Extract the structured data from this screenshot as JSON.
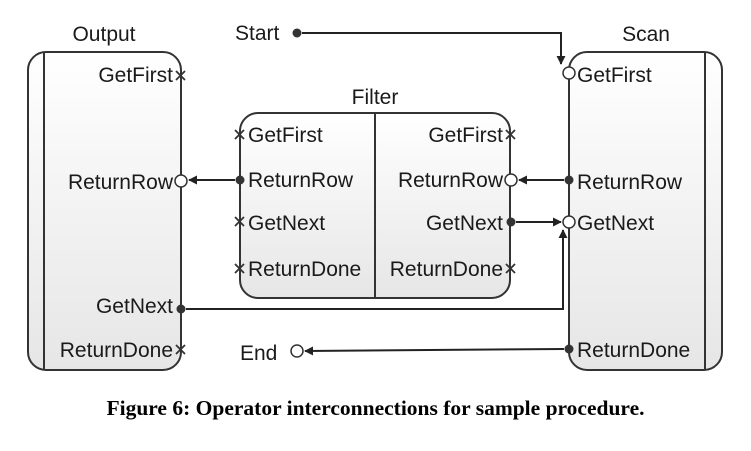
{
  "start_label": "Start",
  "end_label": "End",
  "operators": {
    "output": {
      "title": "Output",
      "ports": [
        "GetFirst",
        "ReturnRow",
        "GetNext",
        "ReturnDone"
      ]
    },
    "filter": {
      "title": "Filter",
      "left_ports": [
        "GetFirst",
        "ReturnRow",
        "GetNext",
        "ReturnDone"
      ],
      "right_ports": [
        "GetFirst",
        "ReturnRow",
        "GetNext",
        "ReturnDone"
      ]
    },
    "scan": {
      "title": "Scan",
      "ports": [
        "GetFirst",
        "ReturnRow",
        "GetNext",
        "ReturnDone"
      ]
    }
  },
  "caption": "Figure 6: Operator interconnections for sample procedure."
}
